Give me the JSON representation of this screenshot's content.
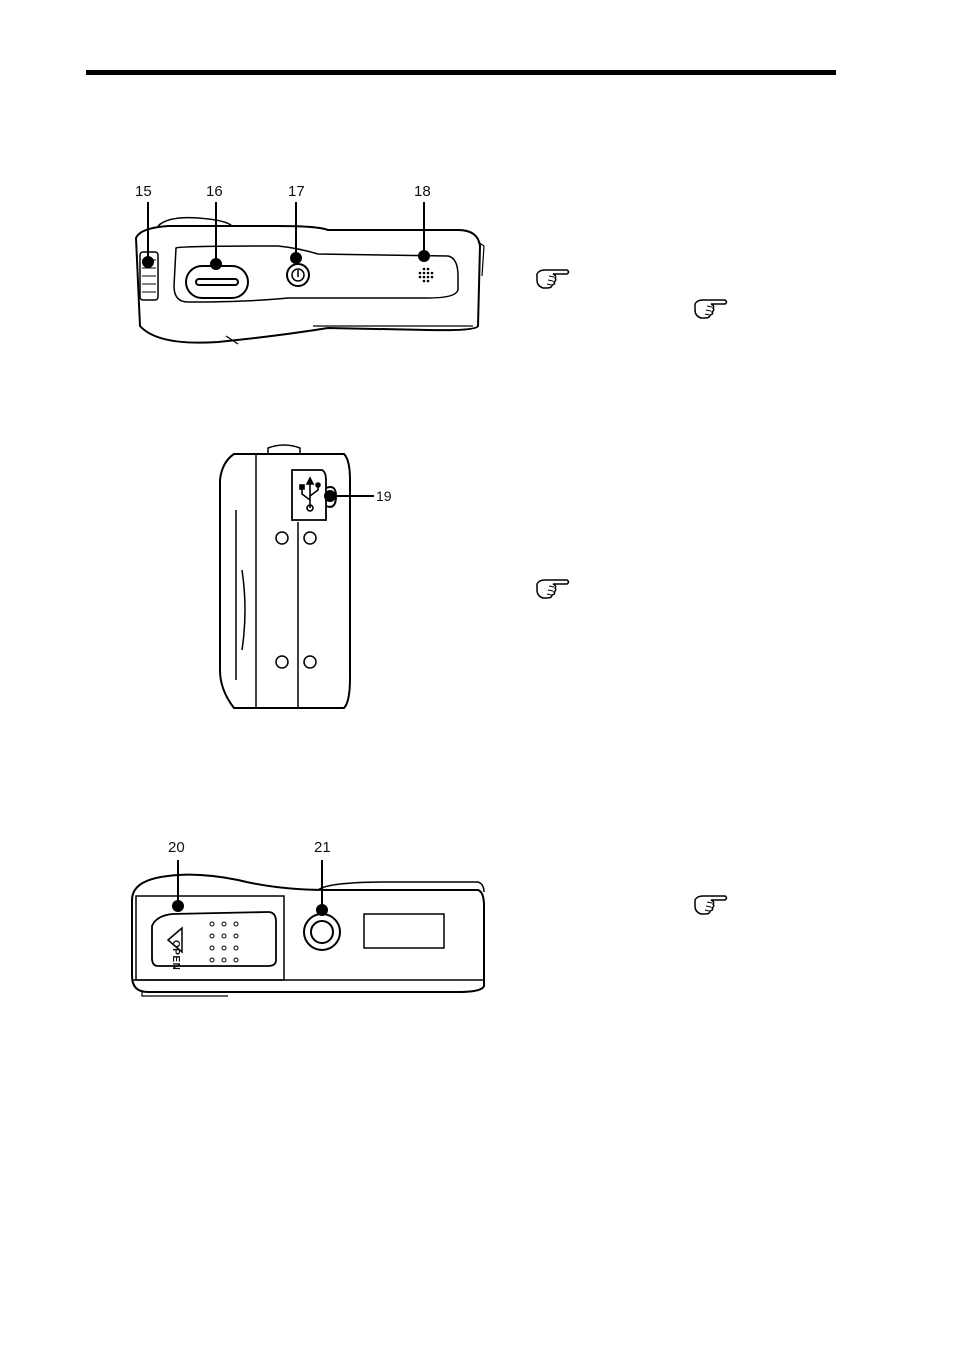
{
  "top_view": {
    "callouts": [
      "15",
      "16",
      "17",
      "18"
    ]
  },
  "side_view": {
    "callouts": [
      "19"
    ]
  },
  "bottom_view": {
    "callouts": [
      "20",
      "21"
    ],
    "battery_door_text": "OPEN"
  },
  "icons": [
    "pointing-hand-icon",
    "pointing-hand-icon",
    "pointing-hand-icon",
    "pointing-hand-icon",
    "usb-icon",
    "power-icon",
    "speaker-icon",
    "triangle-arrow-icon",
    "tripod-socket-icon"
  ]
}
